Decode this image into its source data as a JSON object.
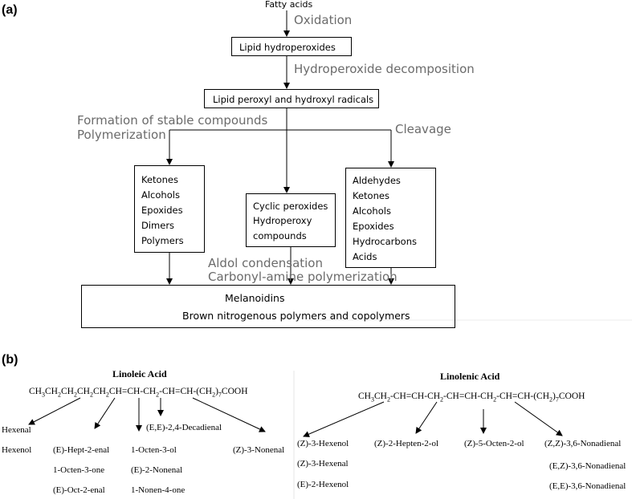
{
  "panel_a": {
    "label": "(a)",
    "start": "Fatty acids",
    "step1": "Oxidation",
    "node1": "Lipid hydroperoxides",
    "step2": "Hydroperoxide decomposition",
    "node2": "Lipid peroxyl and hydroxyl radicals",
    "branch_left": [
      "Formation of stable compounds",
      "Polymerization"
    ],
    "branch_right": "Cleavage",
    "left_box": [
      "Ketones",
      "Alcohols",
      "Epoxides",
      "Dimers",
      "Polymers"
    ],
    "middle_box": [
      "Cyclic peroxides",
      "Hydroperoxy",
      "compounds"
    ],
    "right_box": [
      "Aldehydes",
      "Ketones",
      "Alcohols",
      "Epoxides",
      "Hydrocarbons",
      "Acids"
    ],
    "merge_steps": [
      "Aldol condensation",
      "Carbonyl-amine polymerization"
    ],
    "final_box": [
      "Melanoidins",
      "Brown nitrogenous polymers and copolymers"
    ]
  },
  "panel_b": {
    "label": "(b)",
    "linoleic": {
      "title": "Linoleic Acid",
      "formula": "CH3CH2CH2CH2CH2CH=CH-CH2-CH=CH-(CH2)7COOH",
      "products": [
        [
          "Hexenal",
          "Hexenol"
        ],
        [
          "(E)-Hept-2-enal",
          "1-Octen-3-one",
          "(E)-Oct-2-enal"
        ],
        [
          "1-Octen-3-ol",
          "(E)-2-Nonenal",
          "1-Nonen-4-one"
        ],
        [
          "(E,E)-2,4-Decadienal"
        ],
        [
          "(Z)-3-Nonenal"
        ]
      ]
    },
    "linolenic": {
      "title": "Linolenic Acid",
      "formula": "CH3CH2-CH=CH-CH2-CH=CH-CH2-CH=CH-(CH2)7COOH",
      "products": [
        [
          "(Z)-3-Hexenol",
          "(Z)-3-Hexenal",
          "(E)-2-Hexenol"
        ],
        [
          "(Z)-2-Hepten-2-ol"
        ],
        [
          "(Z)-5-Octen-2-ol"
        ],
        [
          "(Z,Z)-3,6-Nonadienal",
          "(E,Z)-3,6-Nonadienal",
          "(E,E)-3,6-Nonadienal"
        ]
      ]
    }
  }
}
